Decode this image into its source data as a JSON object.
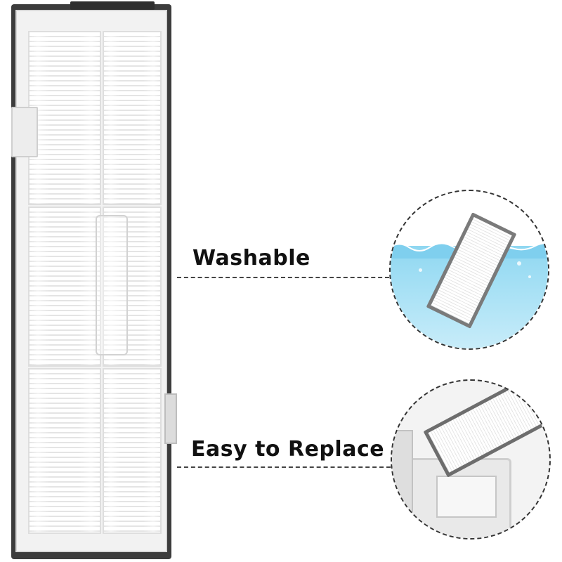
{
  "callouts": {
    "washable": "Washable",
    "easy_replace": "Easy to Replace"
  },
  "colors": {
    "frame": "#3c3c3c",
    "filter_media": "#f2f2f2",
    "water": "#a8e1f5",
    "text": "#111111"
  },
  "icons": {
    "water_circle": "filter-in-water-illustration",
    "replace_circle": "filter-replacement-illustration"
  }
}
